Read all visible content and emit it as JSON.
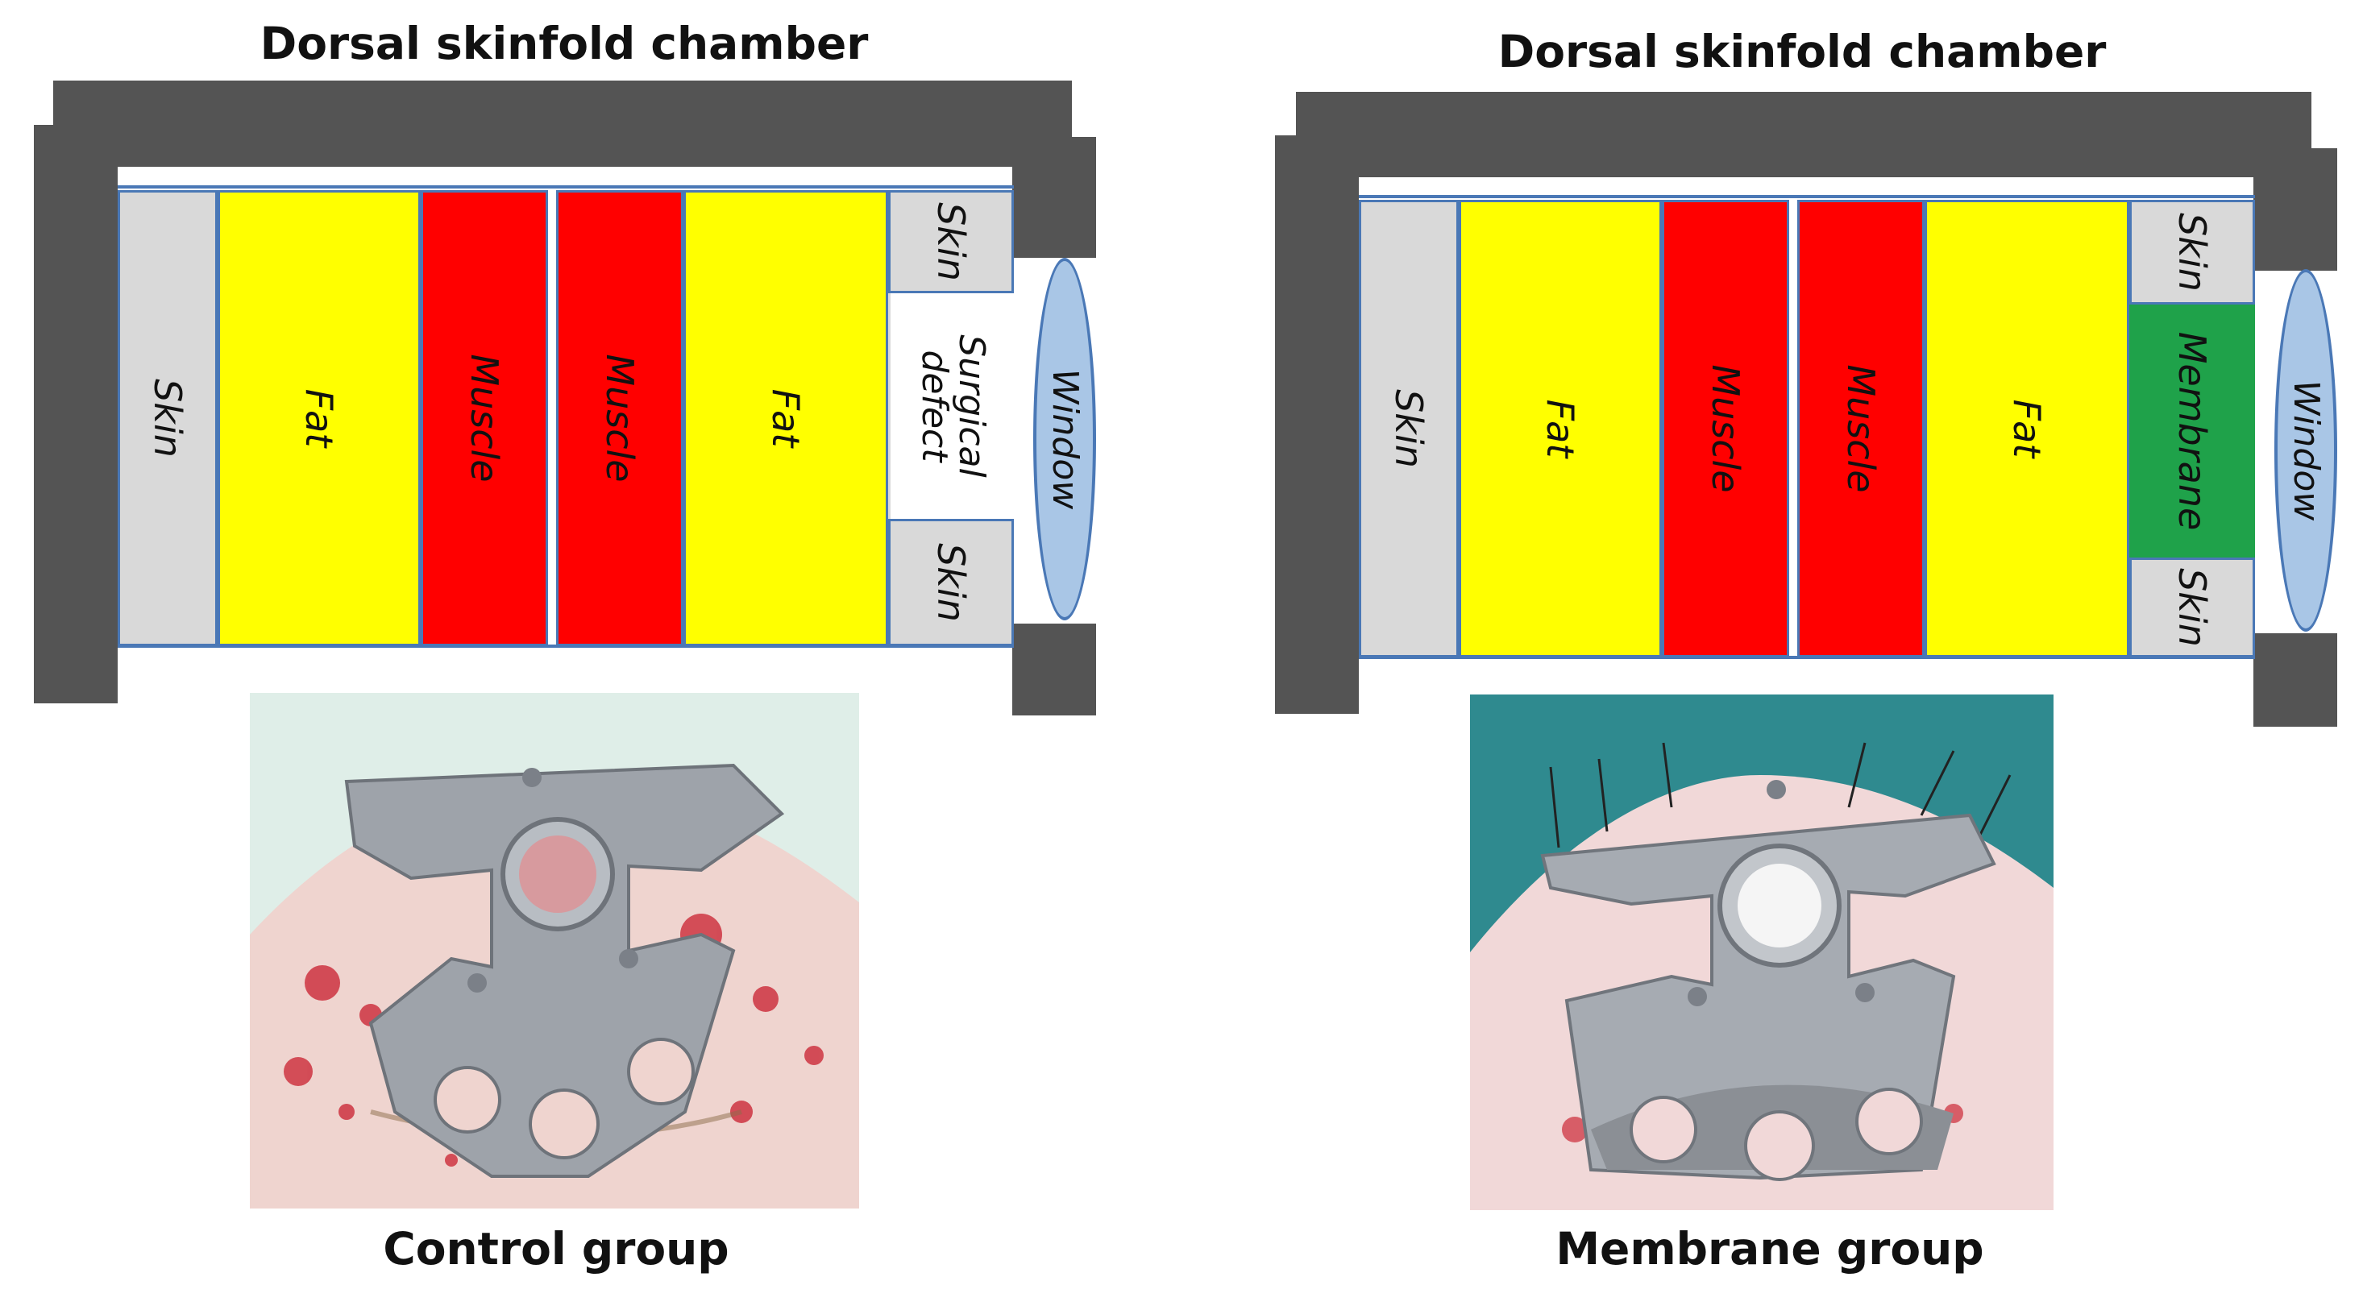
{
  "panels": [
    {
      "title": "Dorsal skinfold chamber",
      "caption": "Control group",
      "layers": {
        "skin_left": "Skin",
        "fat_left": "Fat",
        "muscle_left": "Muscle",
        "muscle_right": "Muscle",
        "fat_right": "Fat",
        "skin_top": "Skin",
        "middle": "Surgical defect",
        "middle_line1": "Surgical",
        "middle_line2": "defect",
        "skin_bottom": "Skin",
        "window": "Window"
      }
    },
    {
      "title": "Dorsal skinfold chamber",
      "caption": "Membrane group",
      "layers": {
        "skin_left": "Skin",
        "fat_left": "Fat",
        "muscle_left": "Muscle",
        "muscle_right": "Muscle",
        "fat_right": "Fat",
        "skin_top": "Skin",
        "middle": "Membrane",
        "skin_bottom": "Skin",
        "window": "Window"
      }
    }
  ],
  "colors": {
    "frame": "#545454",
    "skin": "#d9d9d9",
    "fat": "#ffff00",
    "muscle": "#ff0000",
    "membrane": "#1fa24a",
    "defect": "#ffffff",
    "window": "#a9c6e6",
    "outline": "#4a78b6"
  }
}
